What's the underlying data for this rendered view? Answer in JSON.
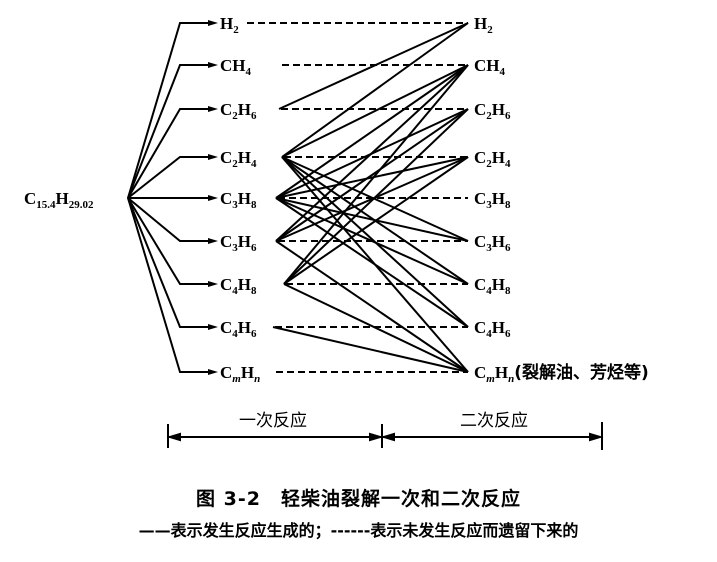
{
  "diagram": {
    "source": {
      "base": "C",
      "sub1": "15.4",
      "mid": "H",
      "sub2": "29.02"
    },
    "primary_products": [
      {
        "id": "H2",
        "parts": [
          [
            "H",
            ""
          ],
          [
            "",
            "2"
          ]
        ]
      },
      {
        "id": "CH4",
        "parts": [
          [
            "CH",
            ""
          ],
          [
            "",
            "4"
          ]
        ]
      },
      {
        "id": "C2H6",
        "parts": [
          [
            "C",
            ""
          ],
          [
            "",
            "2"
          ],
          [
            "H",
            ""
          ],
          [
            "",
            "6"
          ]
        ]
      },
      {
        "id": "C2H4",
        "parts": [
          [
            "C",
            ""
          ],
          [
            "",
            "2"
          ],
          [
            "H",
            ""
          ],
          [
            "",
            "4"
          ]
        ]
      },
      {
        "id": "C3H8",
        "parts": [
          [
            "C",
            ""
          ],
          [
            "",
            "3"
          ],
          [
            "H",
            ""
          ],
          [
            "",
            "8"
          ]
        ]
      },
      {
        "id": "C3H6",
        "parts": [
          [
            "C",
            ""
          ],
          [
            "",
            "3"
          ],
          [
            "H",
            ""
          ],
          [
            "",
            "6"
          ]
        ]
      },
      {
        "id": "C4H8",
        "parts": [
          [
            "C",
            ""
          ],
          [
            "",
            "4"
          ],
          [
            "H",
            ""
          ],
          [
            "",
            "8"
          ]
        ]
      },
      {
        "id": "C4H6",
        "parts": [
          [
            "C",
            ""
          ],
          [
            "",
            "4"
          ],
          [
            "H",
            ""
          ],
          [
            "",
            "6"
          ]
        ]
      },
      {
        "id": "CmHn",
        "parts": [
          [
            "C",
            ""
          ],
          [
            "",
            "m"
          ],
          [
            "H",
            ""
          ],
          [
            "",
            "n"
          ]
        ]
      }
    ],
    "secondary_products_note": "(裂解油、芳烃等)",
    "stage_labels": {
      "primary": "一次反应",
      "secondary": "二次反应"
    },
    "secondary_reactions": [
      [
        "C2H6",
        "H2"
      ],
      [
        "C2H4",
        "H2"
      ],
      [
        "C2H4",
        "CH4"
      ],
      [
        "C3H8",
        "CH4"
      ],
      [
        "C3H6",
        "CH4"
      ],
      [
        "C4H8",
        "CH4"
      ],
      [
        "C3H8",
        "C2H6"
      ],
      [
        "C3H6",
        "C2H6"
      ],
      [
        "C4H8",
        "C2H6"
      ],
      [
        "C3H8",
        "C2H4"
      ],
      [
        "C3H6",
        "C2H4"
      ],
      [
        "C4H8",
        "C2H4"
      ],
      [
        "C2H4",
        "C3H6"
      ],
      [
        "C2H4",
        "C4H8"
      ],
      [
        "C2H4",
        "C4H6"
      ],
      [
        "C2H4",
        "CmHn"
      ],
      [
        "C3H8",
        "C3H6"
      ],
      [
        "C3H8",
        "C4H6"
      ],
      [
        "C3H6",
        "CmHn"
      ],
      [
        "C4H8",
        "CmHn"
      ],
      [
        "C4H6",
        "CmHn"
      ],
      [
        "C3H8",
        "C4H8"
      ]
    ]
  },
  "caption": {
    "title": "图 3-2　轻柴油裂解一次和二次反应",
    "legend": "——表示发生反应生成的；------表示未发生反应而遗留下来的"
  }
}
